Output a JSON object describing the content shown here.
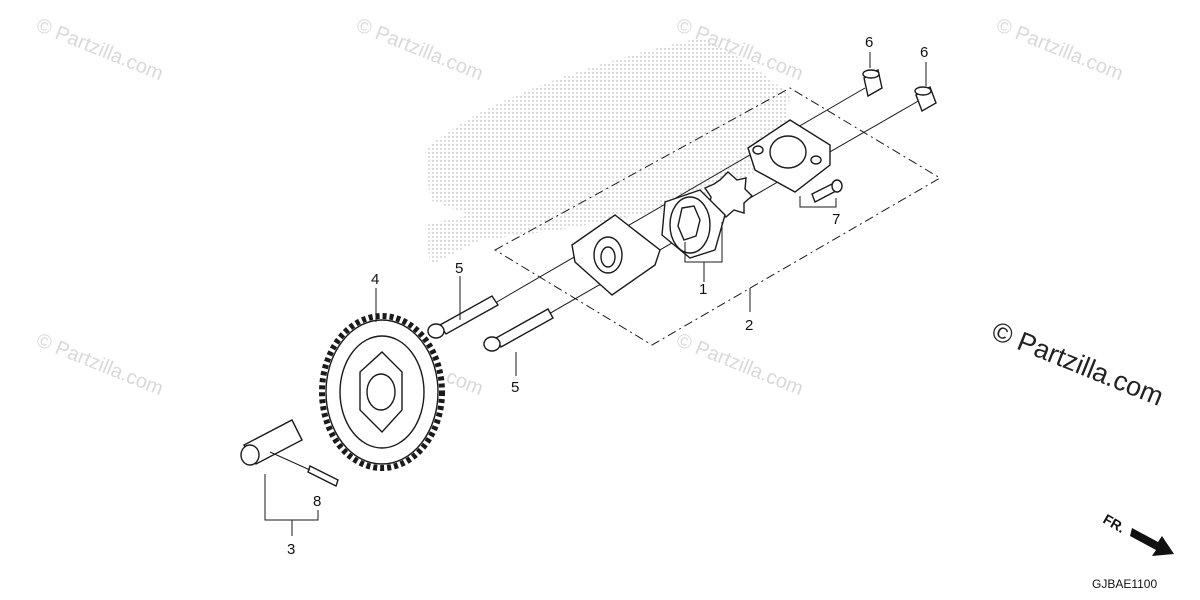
{
  "diagram": {
    "callouts": [
      "1",
      "2",
      "3",
      "4",
      "5",
      "5",
      "6",
      "6",
      "7",
      "8"
    ],
    "watermark": "© Partzilla.com",
    "copyright": "© Partzilla.com",
    "direction_label": "FR.",
    "diagram_code": "GJBAE1100"
  }
}
